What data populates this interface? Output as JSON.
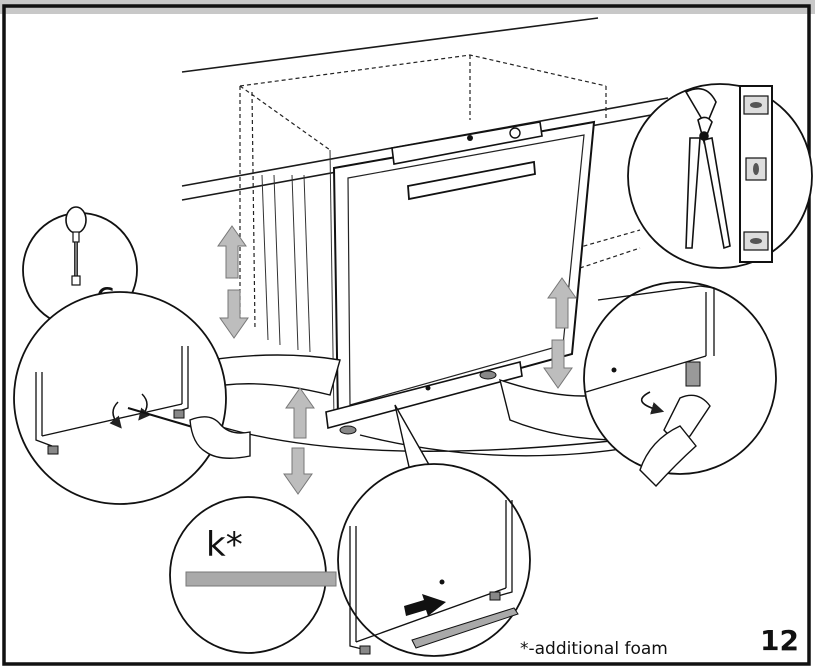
{
  "labels": {
    "tool_c": "c",
    "foam_k": "k*",
    "footnote": "*-additional foam",
    "step_number": "12"
  },
  "icons": {
    "screwdriver": "screwdriver-icon",
    "pliers": "pliers-icon",
    "spirit_level": "spirit-level-icon",
    "up_down_arrows": "arrow-up-down-icon",
    "insert_arrow": "arrow-right-icon"
  },
  "colors": {
    "frame": "#111111",
    "top_band": "#c8c8c8",
    "arrow_fill": "#bdbdbd",
    "foam_strip": "#a9a9a9",
    "line": "#1a1a1a"
  }
}
